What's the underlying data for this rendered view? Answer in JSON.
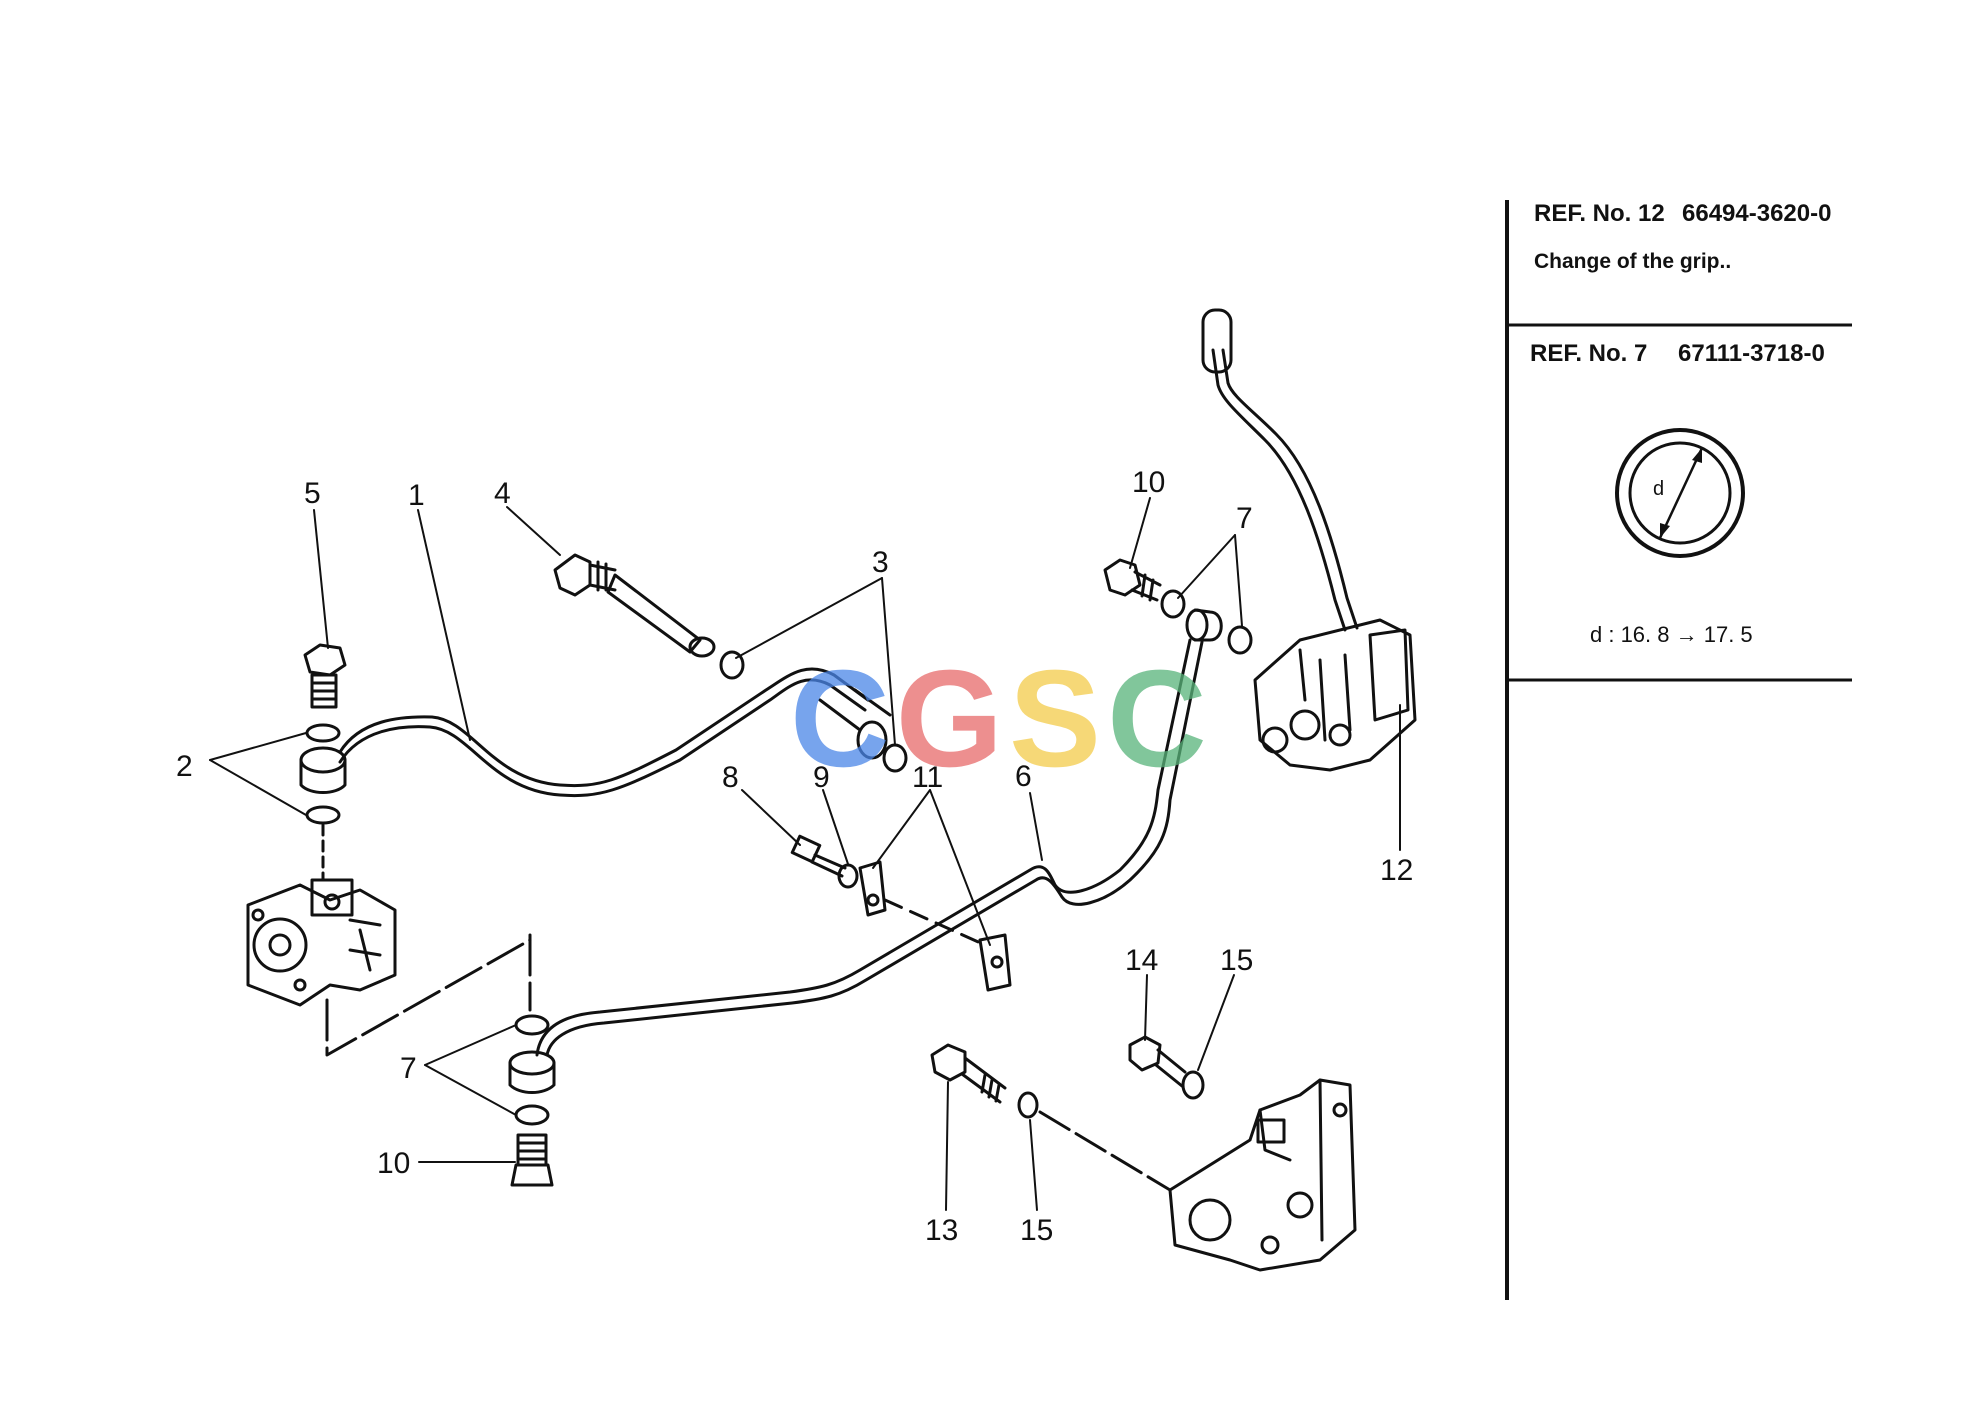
{
  "callouts": [
    "1",
    "2",
    "3",
    "4",
    "5",
    "6",
    "7",
    "7",
    "8",
    "9",
    "10",
    "10",
    "11",
    "12",
    "13",
    "14",
    "15",
    "15"
  ],
  "ref_panel": {
    "ref12_label": "REF. No. 12",
    "ref12_part": "66494-3620-0",
    "ref12_note": "Change of the grip..",
    "ref7_label": "REF. No.  7",
    "ref7_part": "67111-3718-0",
    "dim_symbol": "d",
    "dim_text": "d : 16. 8 → 17. 5"
  },
  "watermark": {
    "letters": [
      "C",
      "G",
      "S",
      "C"
    ],
    "colors": [
      "#4a86e8",
      "#e86a6a",
      "#f4cc4a",
      "#58b37a"
    ]
  }
}
